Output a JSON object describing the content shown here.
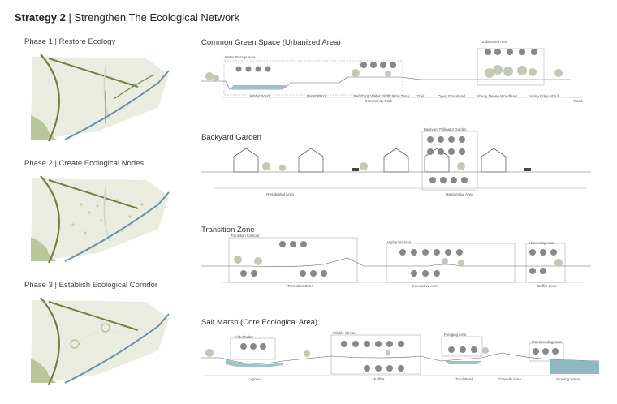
{
  "header": {
    "strategy": "Strategy 2",
    "title": "Strengthen The Ecological Network"
  },
  "phases": [
    {
      "label": "Phase 1 | Restore Ecology"
    },
    {
      "label": "Phase 2 | Create Ecological Nodes"
    },
    {
      "label": "Phase 3 | Establish Ecological Corridor"
    }
  ],
  "sections": {
    "common": {
      "title": "Common Green Space (Urbanized Area)",
      "areas": [
        "Water Storage Area",
        "Undisturbed Area"
      ],
      "zones": [
        "Water Pond",
        "Event Plaza",
        "Benchtop Water Purification Zone",
        "Trail",
        "Open Grassland",
        "Shady Dense Woodland",
        "Sunny Edge Shrub",
        "Road"
      ],
      "group": "Community Park"
    },
    "backyard": {
      "title": "Backyard Garden",
      "areas": [
        "Backyard Pollinator Garden"
      ],
      "zones": [
        "Residential Area",
        "Residential Area"
      ]
    },
    "transition": {
      "title": "Transition Zone",
      "areas": [
        "Transition Corridor",
        "Highgrass Area",
        "Harvesting Area"
      ],
      "zones": [
        "Transition Zone",
        "Interactive Area",
        "Buffer Zone"
      ]
    },
    "saltmarsh": {
      "title": "Salt Marsh (Core Ecological Area)",
      "areas": [
        "Fish Shelter",
        "Wildlife Shelter",
        "Foraging Area",
        "Fish Breeding Area"
      ],
      "zones": [
        "Lagoon",
        "Mudflat",
        "Tidal Pond",
        "Gravelly Area",
        "Flowing Water"
      ]
    }
  },
  "colors": {
    "green": "#7d8f5a",
    "light_green": "#cdd6b8",
    "blue": "#6f8fa8",
    "water": "#8fb8be",
    "gray": "#777777"
  }
}
